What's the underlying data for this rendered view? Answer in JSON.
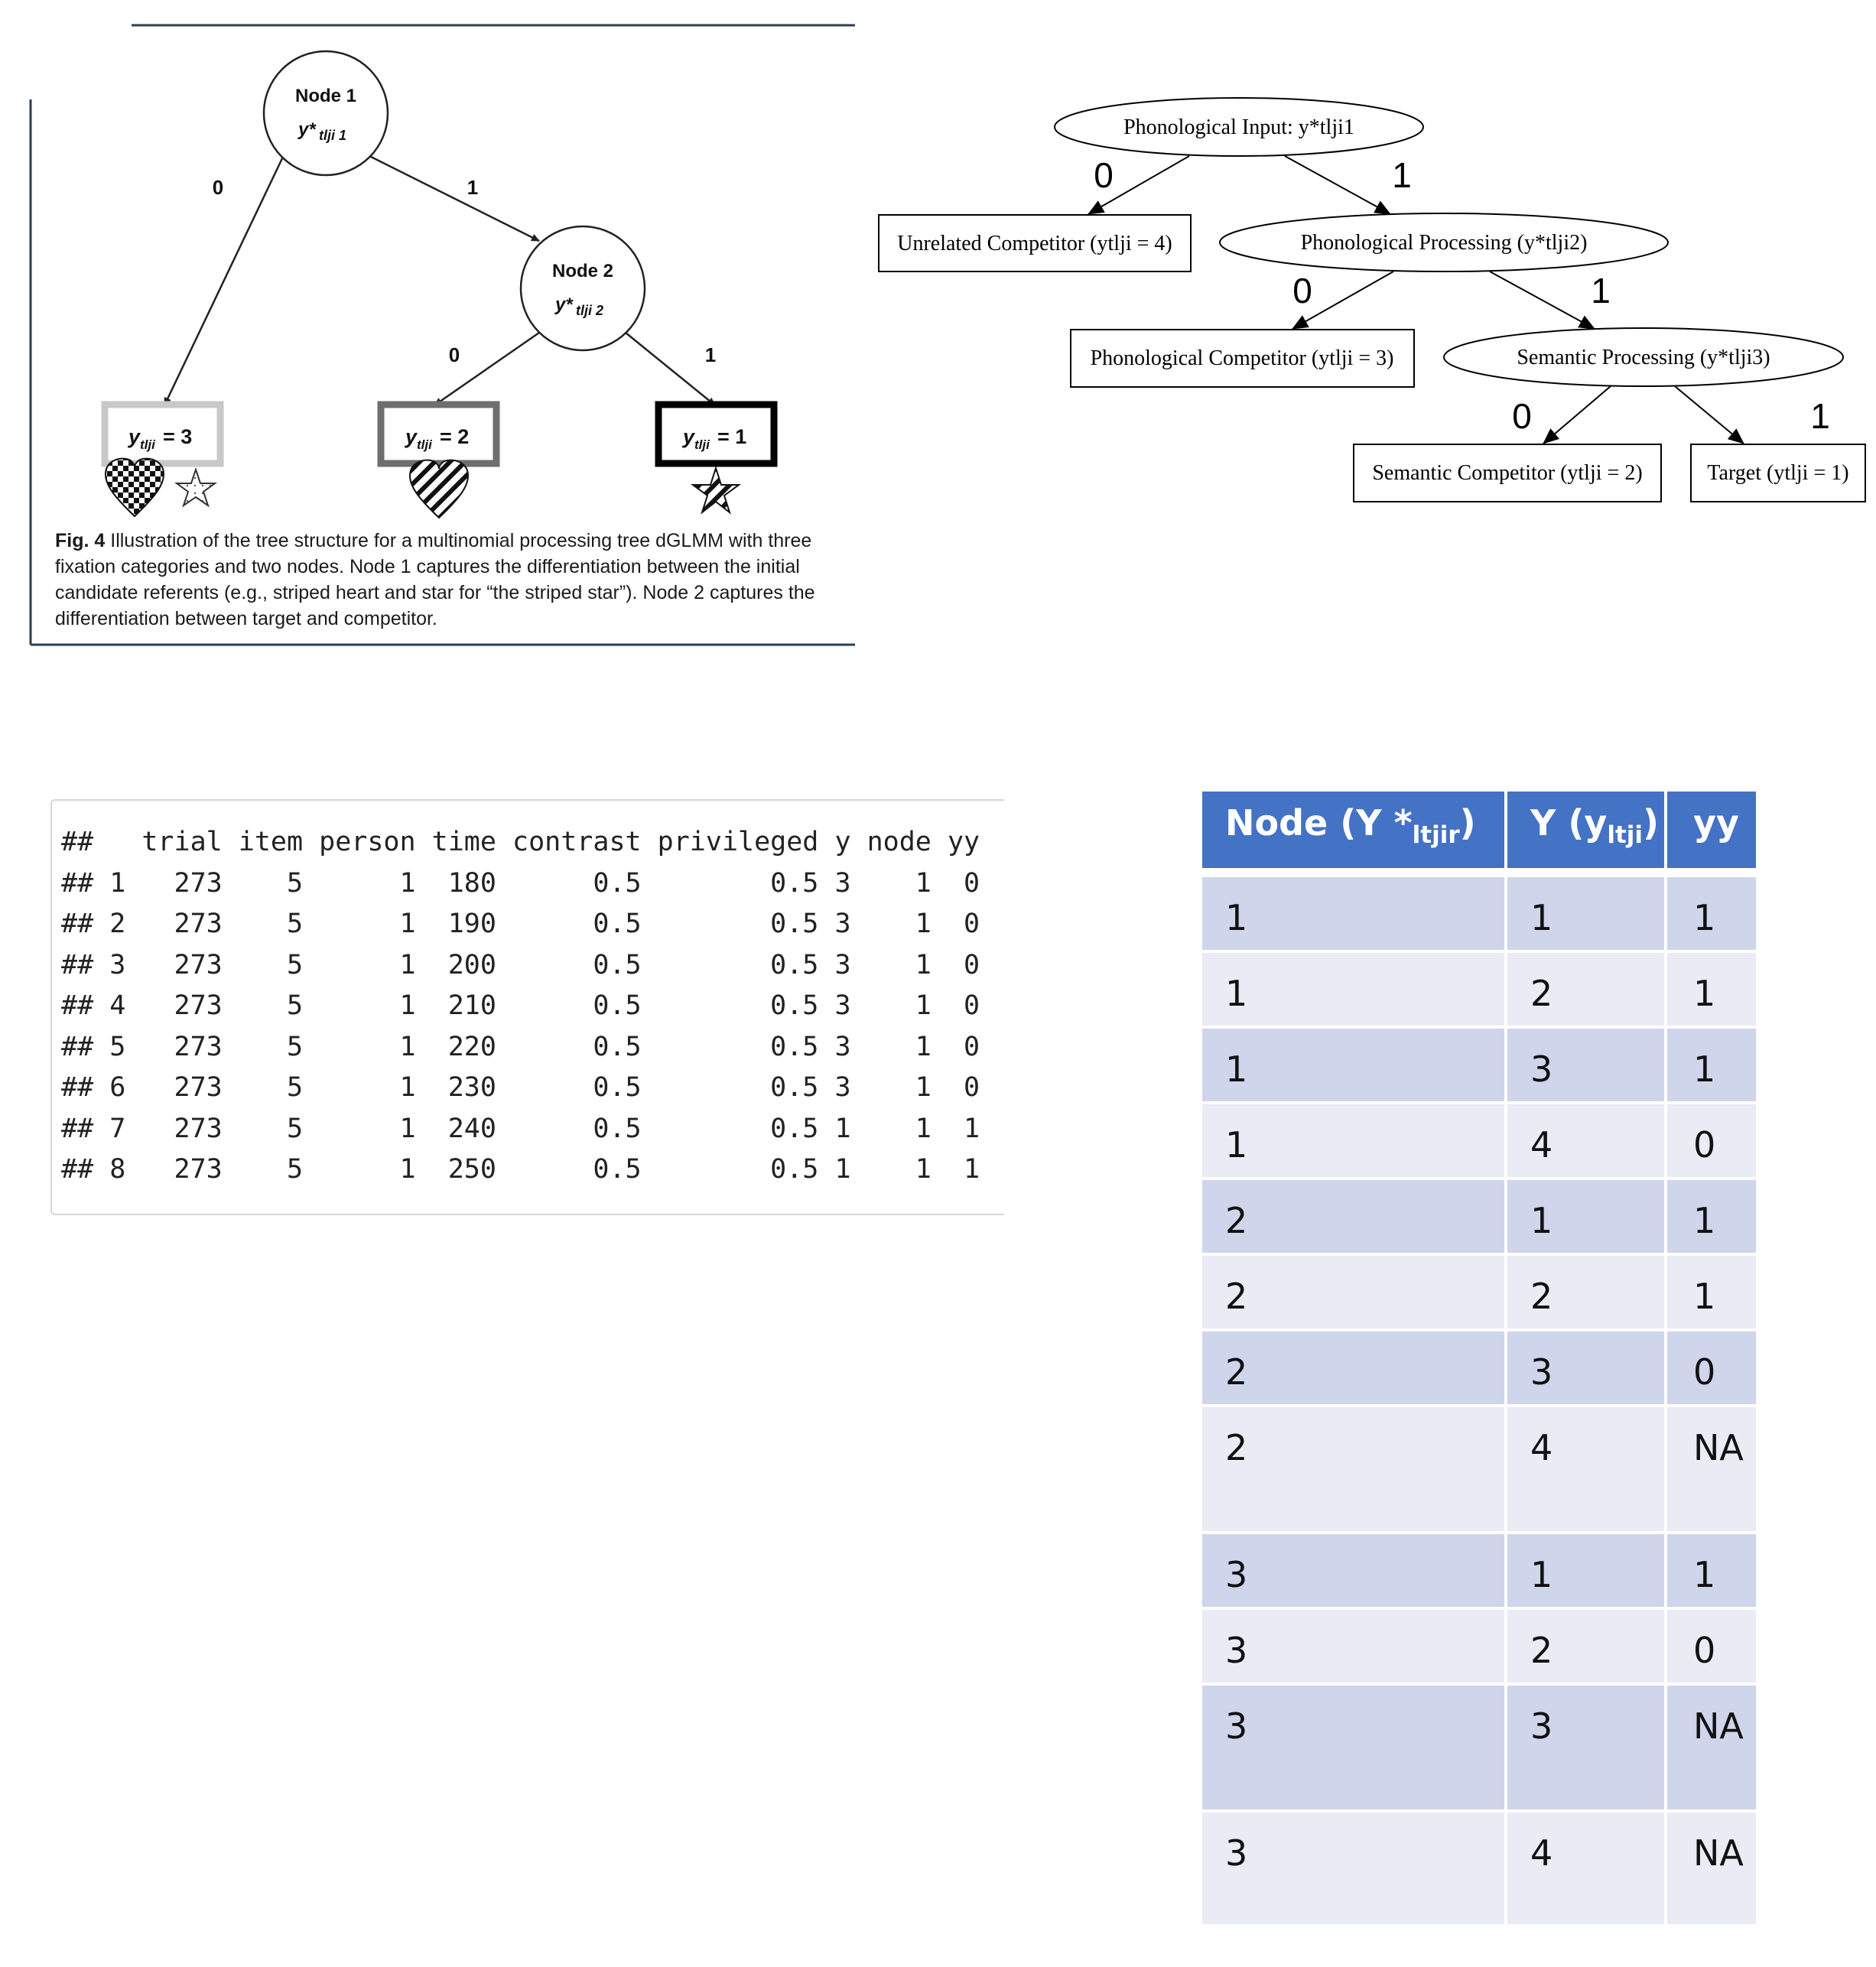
{
  "fig4": {
    "node1_label": "Node 1",
    "node1_var": "y*",
    "node1_sub": "tlji 1",
    "node2_label": "Node 2",
    "node2_var": "y*",
    "node2_sub": "tlji 2",
    "edge_n1_left": "0",
    "edge_n1_right": "1",
    "edge_n2_left": "0",
    "edge_n2_right": "1",
    "leaf_y": "y",
    "leaf_sub": "tlji",
    "leaf1_val": "= 3",
    "leaf2_val": "= 2",
    "leaf3_val": "= 1",
    "caption_label": "Fig. 4",
    "caption_text": "Illustration of the tree structure for a multinomial processing tree dGLMM with three fixation categories and two nodes. Node 1 captures the differentiation between the initial candidate referents (e.g., striped heart and star for “the striped star”). Node 2 captures the differentiation between target and competitor."
  },
  "tree2": {
    "root": "Phonological Input: y*tlji1",
    "unrelated": "Unrelated Competitor (ytlji = 4)",
    "phon_processing": "Phonological Processing (y*tlji2)",
    "phon_competitor": "Phonological Competitor (ytlji = 3)",
    "sem_processing": "Semantic Processing (y*tlji3)",
    "sem_competitor": "Semantic Competitor (ytlji = 2)",
    "target": "Target (ytlji = 1)",
    "e1_left": "0",
    "e1_right": "1",
    "e2_left": "0",
    "e2_right": "1",
    "e3_left": "0",
    "e3_right": "1"
  },
  "console": {
    "text": "##   trial item person time contrast privileged y node yy\n## 1   273    5      1  180      0.5        0.5 3    1  0\n## 2   273    5      1  190      0.5        0.5 3    1  0\n## 3   273    5      1  200      0.5        0.5 3    1  0\n## 4   273    5      1  210      0.5        0.5 3    1  0\n## 5   273    5      1  220      0.5        0.5 3    1  0\n## 6   273    5      1  230      0.5        0.5 3    1  0\n## 7   273    5      1  240      0.5        0.5 1    1  1\n## 8   273    5      1  250      0.5        0.5 1    1  1"
  },
  "table": {
    "h_node": "Node (Y *",
    "h_node_sub": "ltjir",
    "h_node_close": ")",
    "h_y": "Y (y",
    "h_y_sub": "ltji",
    "h_y_close": ")",
    "h_yy": "yy",
    "rows": [
      [
        "1",
        "1",
        "1"
      ],
      [
        "1",
        "2",
        "1"
      ],
      [
        "1",
        "3",
        "1"
      ],
      [
        "1",
        "4",
        "0"
      ],
      [
        "2",
        "1",
        "1"
      ],
      [
        "2",
        "2",
        "1"
      ],
      [
        "2",
        "3",
        "0"
      ],
      [
        "2",
        "4",
        "NA"
      ],
      [
        "3",
        "1",
        "1"
      ],
      [
        "3",
        "2",
        "0"
      ],
      [
        "3",
        "3",
        "NA"
      ],
      [
        "3",
        "4",
        "NA"
      ]
    ]
  }
}
